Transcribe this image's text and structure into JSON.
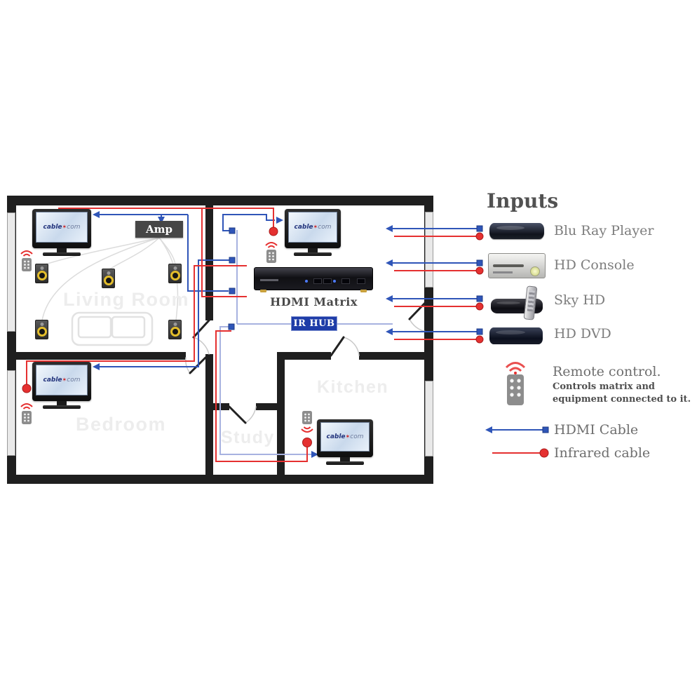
{
  "colors": {
    "hdmi_blue": "#2f55b8",
    "ir_red": "#e53030",
    "bus_blue": "#a7b2e0",
    "wall": "#1f1f1f",
    "window_fill": "#e9e9e9",
    "irhub_bg": "#1e3ca8",
    "amp_bg": "#464646",
    "label_gray": "#7d7d7d",
    "room_label": "#ededed"
  },
  "floorplan": {
    "rooms": [
      {
        "name": "Living Room"
      },
      {
        "name": "Bedroom"
      },
      {
        "name": "Study"
      },
      {
        "name": "Kitchen"
      }
    ],
    "amp_label": "Amp",
    "matrix_label": "HDMI Matrix",
    "ir_hub_label": "IR HUB",
    "tv_logo": {
      "brand": "cable",
      "star": "✶",
      "tld": "com"
    }
  },
  "inputs": {
    "title": "Inputs",
    "items": [
      {
        "label": "Blu Ray Player"
      },
      {
        "label": "HD Console"
      },
      {
        "label": "Sky HD"
      },
      {
        "label": "HD DVD"
      }
    ]
  },
  "legend": {
    "remote_title": "Remote control.",
    "remote_desc": "Controls matrix and equipment connected to it.",
    "hdmi_label": "HDMI Cable",
    "infrared_label": "Infrared cable"
  }
}
